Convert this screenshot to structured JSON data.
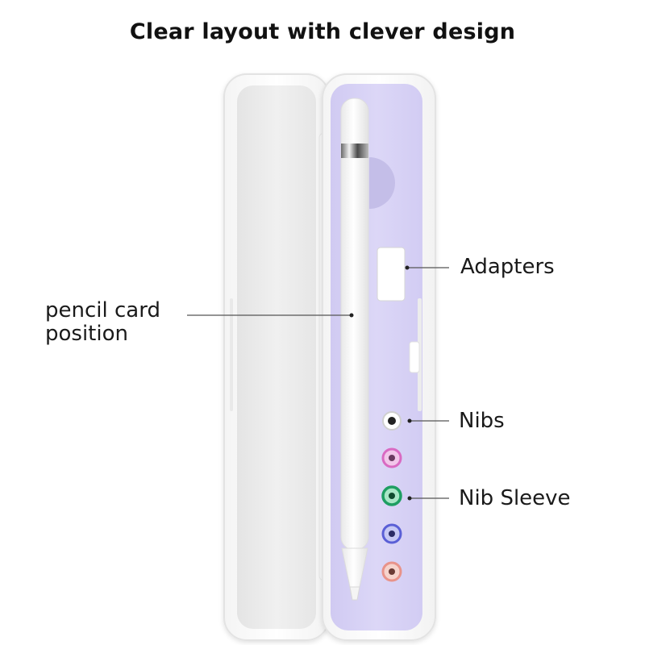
{
  "title": "Clear layout with clever design",
  "callouts": {
    "pencil_card": {
      "line1": "pencil card",
      "line2": "position"
    },
    "adapters": "Adapters",
    "nibs": "Nibs",
    "nib_sleeve": "Nib Sleeve"
  },
  "colors": {
    "tray": "#d9d4f5",
    "shell": "#ffffff",
    "lid_inner": "#eeeeee",
    "sleeve_pink": "#d96ac2",
    "sleeve_green": "#1e9e62",
    "sleeve_blue": "#5a5fd6",
    "sleeve_peach": "#e8938a"
  }
}
